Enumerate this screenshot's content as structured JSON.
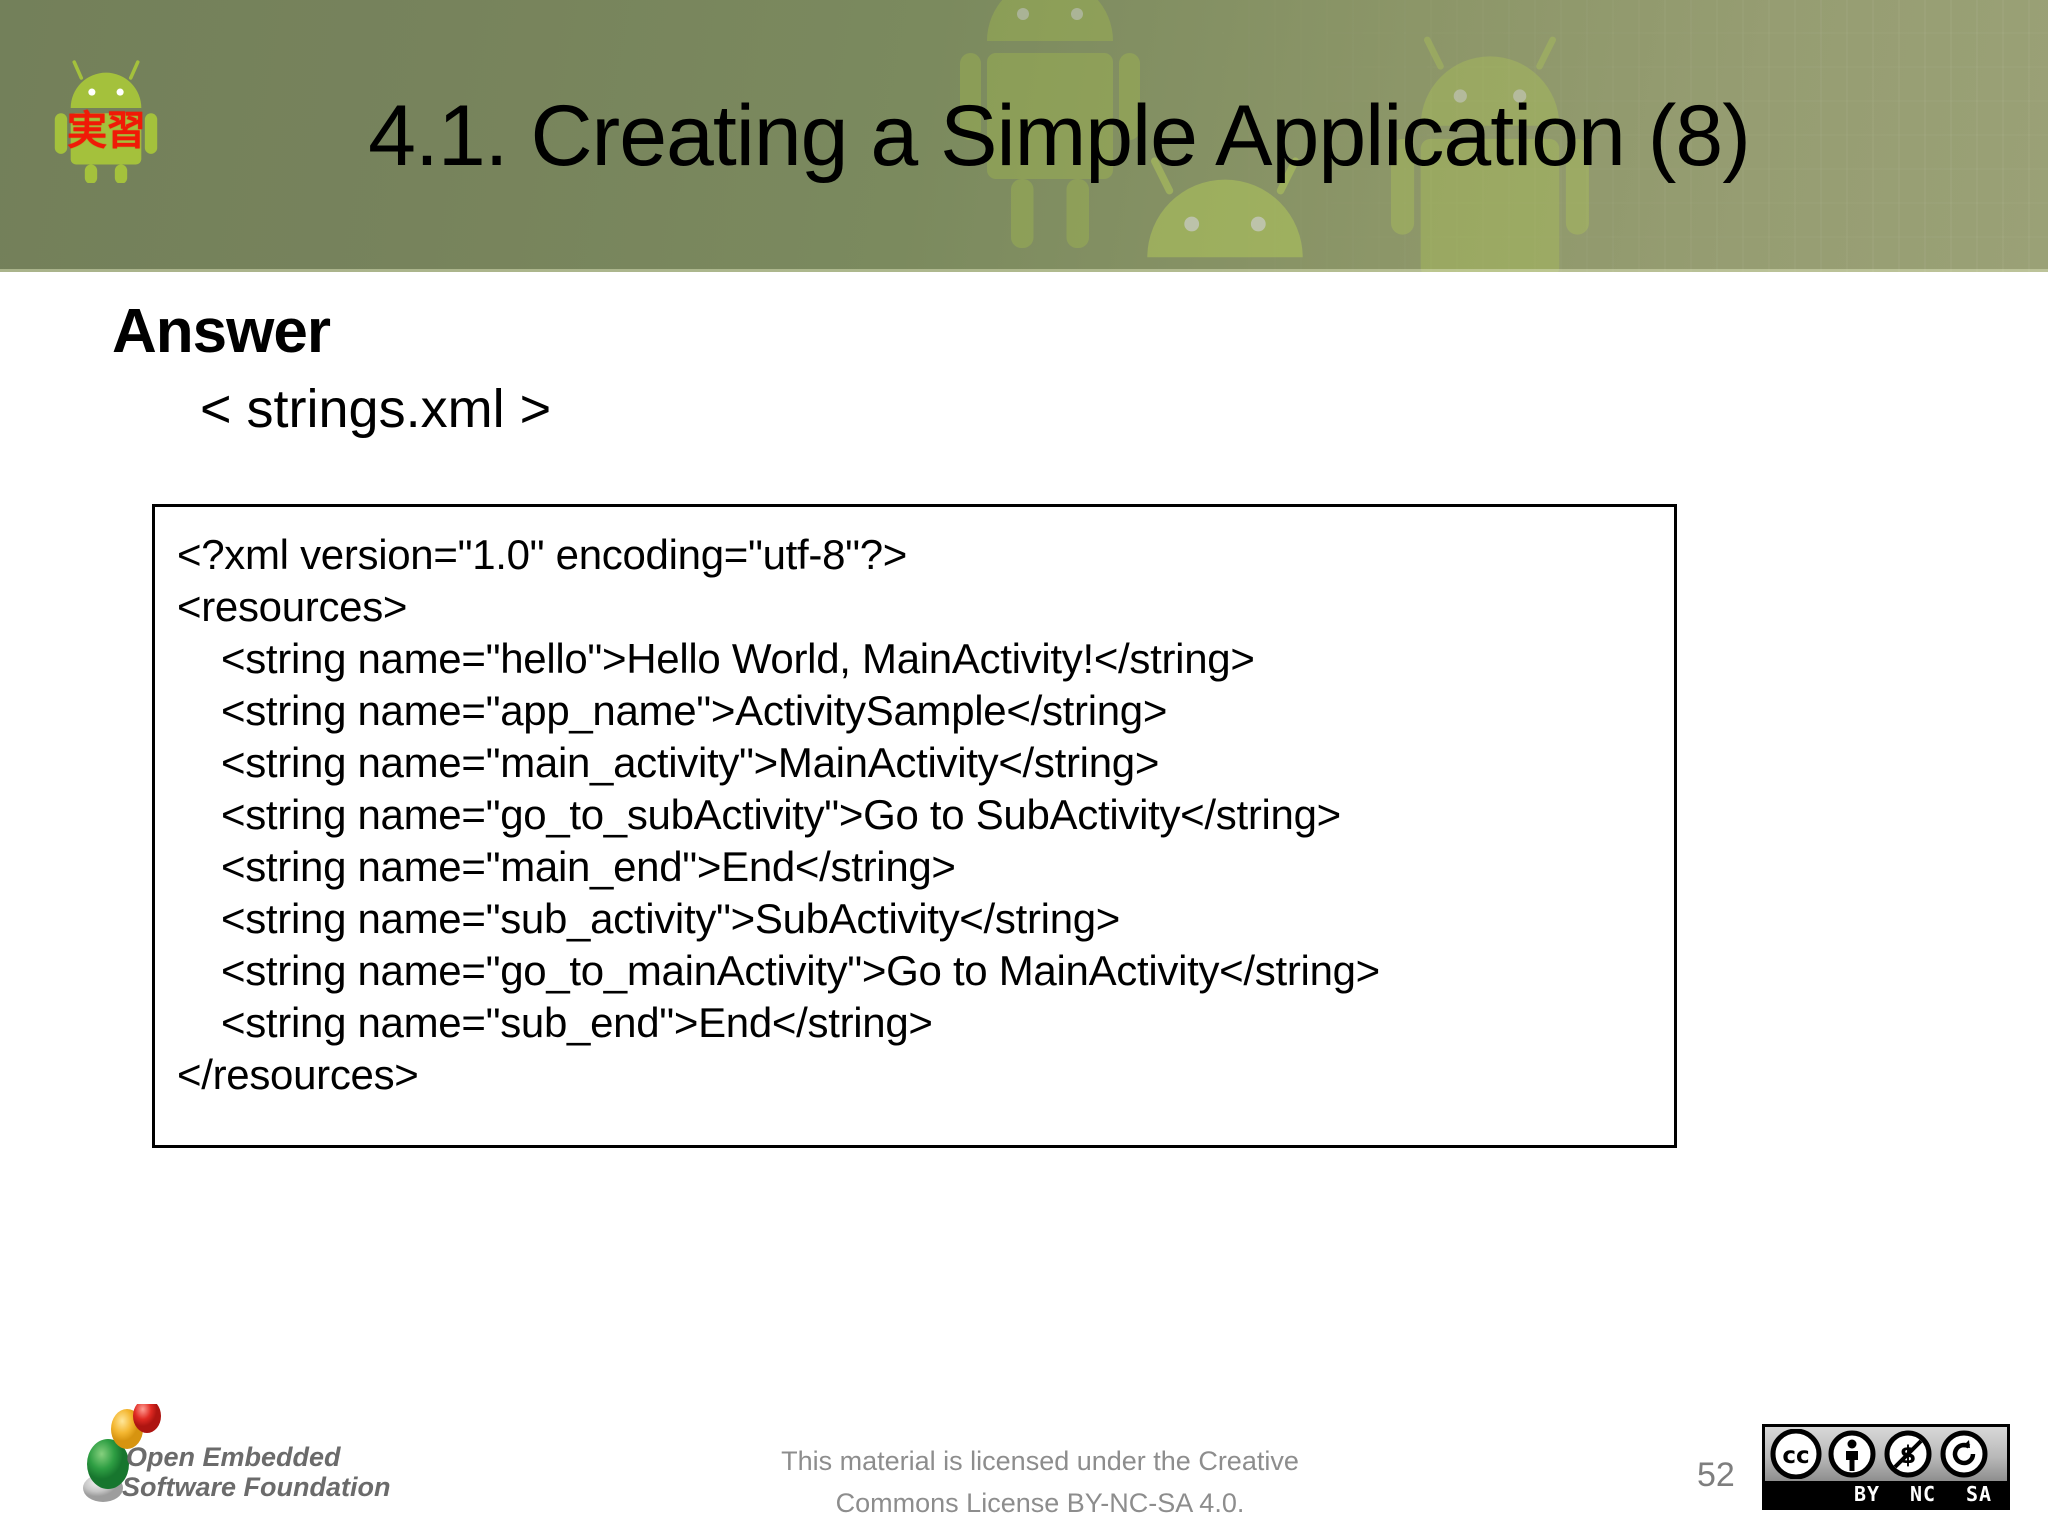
{
  "slide": {
    "header": {
      "title": "4.1. Creating a Simple Application (8)",
      "badge_kanji": "実習",
      "badge_icon": "android-robot-icon",
      "background_color": "#7b8a5e"
    },
    "body": {
      "heading": "Answer",
      "subtitle": "< strings.xml >",
      "code_block": {
        "lines": [
          {
            "text": "<?xml version=\"1.0\" encoding=\"utf-8\"?>",
            "indent": 0
          },
          {
            "text": "<resources>",
            "indent": 0
          },
          {
            "text": "<string name=\"hello\">Hello World, MainActivity!</string>",
            "indent": 1
          },
          {
            "text": "<string name=\"app_name\">ActivitySample</string>",
            "indent": 1
          },
          {
            "text": "<string name=\"main_activity\">MainActivity</string>",
            "indent": 1
          },
          {
            "text": "<string name=\"go_to_subActivity\">Go to SubActivity</string>",
            "indent": 1
          },
          {
            "text": "<string name=\"main_end\">End</string>",
            "indent": 1
          },
          {
            "text": "<string name=\"sub_activity\">SubActivity</string>",
            "indent": 1
          },
          {
            "text": "<string name=\"go_to_mainActivity\">Go to MainActivity</string>",
            "indent": 1
          },
          {
            "text": "<string name=\"sub_end\">End</string>",
            "indent": 1
          },
          {
            "text": "</resources>",
            "indent": 0
          }
        ]
      }
    },
    "footer": {
      "logo_line1": "Open Embedded",
      "logo_line2": "Software Foundation",
      "license_line1": "This material is licensed under the Creative",
      "license_line2": "Commons License BY-NC-SA 4.0.",
      "page_number": "52",
      "cc_badge": {
        "mark": "cc",
        "terms": [
          "BY",
          "NC",
          "SA"
        ]
      }
    }
  }
}
